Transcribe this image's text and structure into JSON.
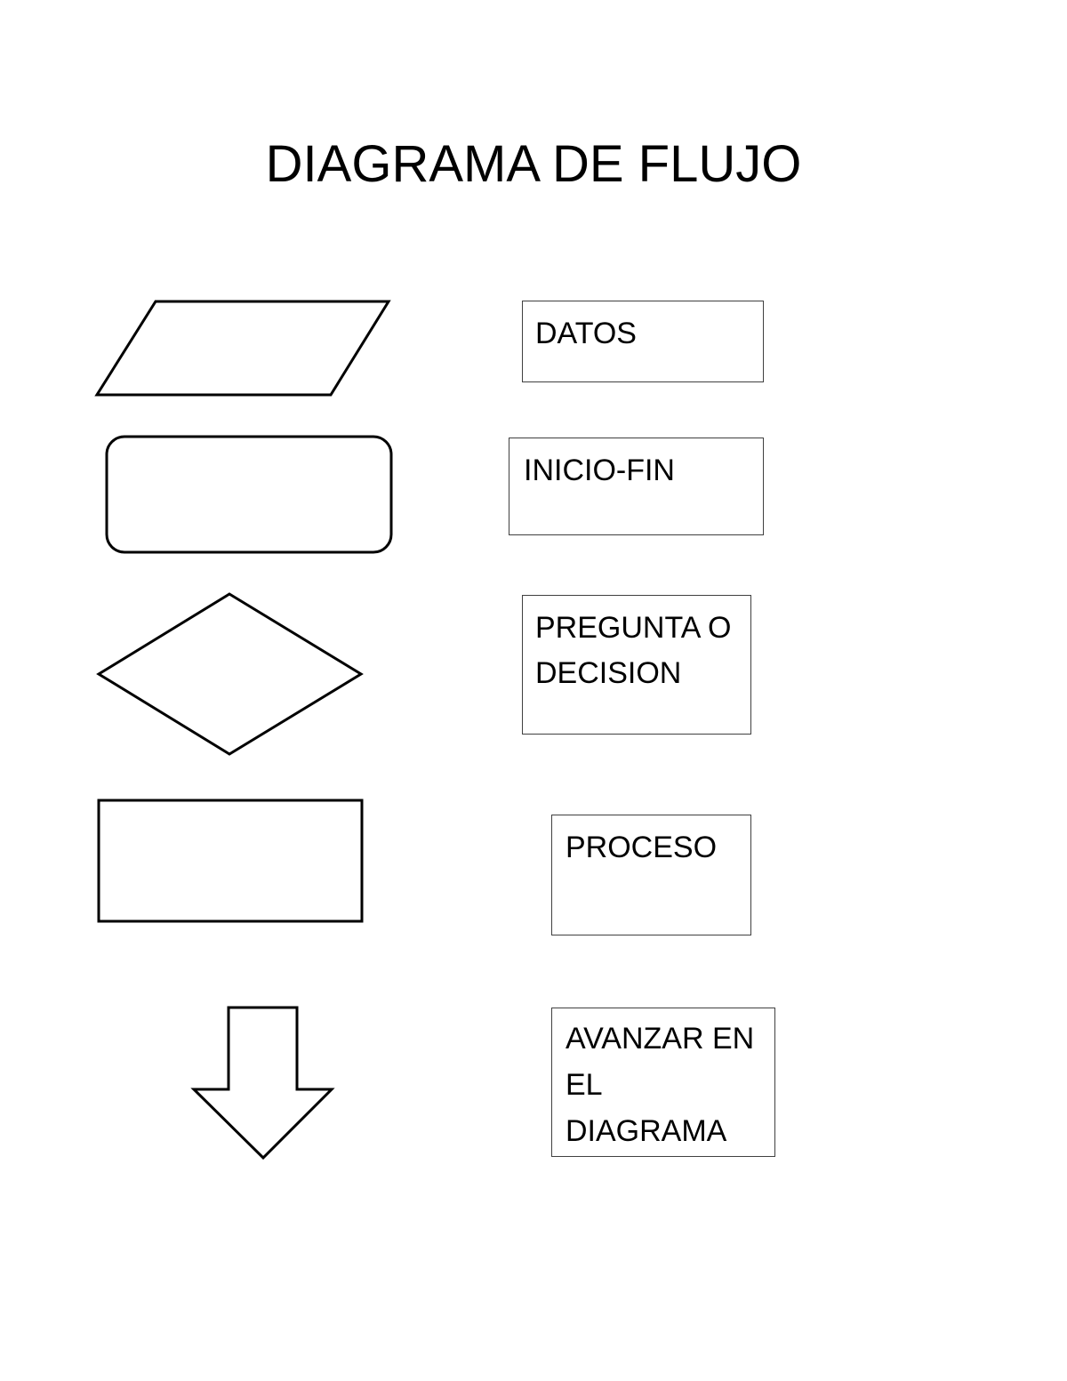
{
  "title": "DIAGRAMA DE FLUJO",
  "legend": [
    {
      "shape": "parallelogram",
      "label": "DATOS"
    },
    {
      "shape": "rounded-rectangle",
      "label": "INICIO-FIN"
    },
    {
      "shape": "diamond",
      "label": "PREGUNTA O\nDECISION"
    },
    {
      "shape": "rectangle",
      "label": "PROCESO"
    },
    {
      "shape": "down-arrow",
      "label": "AVANZAR EN\nEL\nDIAGRAMA"
    }
  ],
  "colors": {
    "stroke": "#000000",
    "fill": "#ffffff",
    "box_border": "#404040",
    "text": "#000000"
  }
}
